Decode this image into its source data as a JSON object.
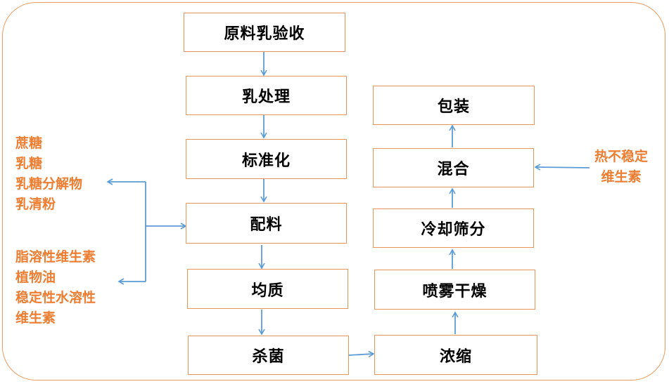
{
  "steps": {
    "raw_milk_acceptance": "原料乳验收",
    "milk_processing": "乳处理",
    "standardization": "标准化",
    "batching": "配料",
    "homogenization": "均质",
    "sterilization": "杀菌",
    "concentration": "浓缩",
    "spray_drying": "喷雾干燥",
    "cooling_sieving": "冷却筛分",
    "mixing": "混合",
    "packaging": "包装"
  },
  "left_notes_top": [
    "蔗糖",
    "乳糖",
    "乳糖分解物",
    "乳清粉"
  ],
  "left_notes_bottom": [
    "脂溶性维生素",
    "植物油",
    "稳定性水溶性",
    "维生素"
  ],
  "right_note": [
    "热不稳定",
    "维生素"
  ],
  "colors": {
    "frame": "#EE9A5C",
    "box_border": "#E8955A",
    "note_text": "#ED7D31",
    "arrow": "#5B9BD5"
  }
}
